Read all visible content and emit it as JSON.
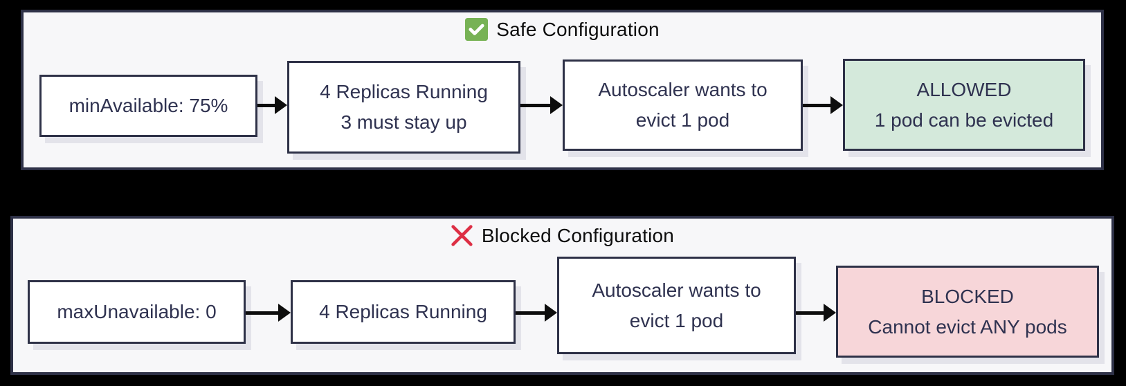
{
  "colors": {
    "page_bg": "#000000",
    "panel_bg": "#f7f7f9",
    "line": "#2e3147",
    "text": "#2f3250",
    "arrow": "#0d0d0d",
    "shadow": "#e3e3ea",
    "success_box_bg": "#d4e9db",
    "danger_box_bg": "#f7d6d9",
    "check_icon_green": "#77B255",
    "cross_icon_red": "#DD2E44"
  },
  "panels": [
    {
      "id": "safe",
      "title": "Safe Configuration",
      "title_icon": "check-mark-icon",
      "boxes": [
        {
          "variant": "plain",
          "lines": [
            "minAvailable: 75%"
          ]
        },
        {
          "variant": "plain",
          "lines": [
            "4 Replicas Running",
            "3 must stay up"
          ]
        },
        {
          "variant": "plain",
          "lines": [
            "Autoscaler wants to",
            "evict 1 pod"
          ]
        },
        {
          "variant": "success",
          "lines": [
            "ALLOWED",
            "1 pod can be evicted"
          ]
        }
      ]
    },
    {
      "id": "blocked",
      "title": "Blocked Configuration",
      "title_icon": "cross-mark-icon",
      "boxes": [
        {
          "variant": "plain",
          "lines": [
            "maxUnavailable: 0"
          ]
        },
        {
          "variant": "plain",
          "lines": [
            "4 Replicas Running"
          ]
        },
        {
          "variant": "plain",
          "lines": [
            "Autoscaler wants to",
            "evict 1 pod"
          ]
        },
        {
          "variant": "danger",
          "lines": [
            "BLOCKED",
            "Cannot evict ANY pods"
          ]
        }
      ]
    }
  ]
}
